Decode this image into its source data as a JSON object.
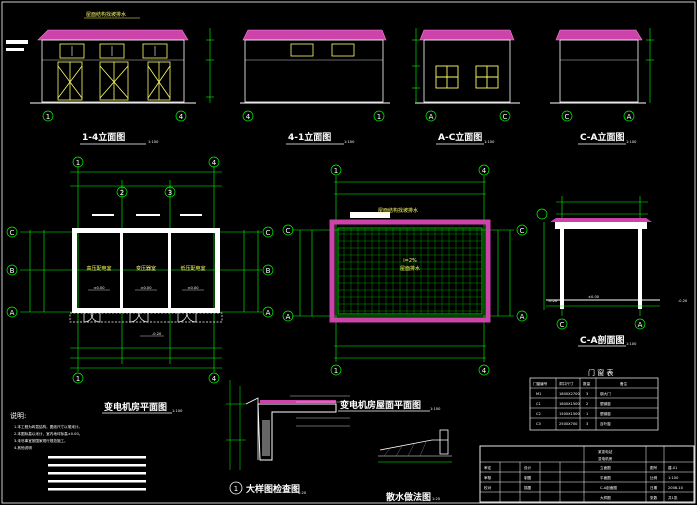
{
  "elevations": [
    {
      "title": "1-4立面图",
      "scale": "1:100",
      "axes": [
        "1",
        "4"
      ]
    },
    {
      "title": "4-1立面图",
      "scale": "1:100",
      "axes": [
        "4",
        "1"
      ]
    },
    {
      "title": "A-C立面图",
      "scale": "1:100",
      "axes": [
        "A",
        "C"
      ]
    },
    {
      "title": "C-A立面图",
      "scale": "1:100",
      "axes": [
        "C",
        "A"
      ]
    }
  ],
  "plan": {
    "title": "变电机房平面图",
    "scale": "1:100",
    "rooms": [
      "高压配电室",
      "变压器室",
      "低压配电室"
    ],
    "elev": "±0.00",
    "elev_low": "-0.20",
    "axes_top": [
      "1",
      "2",
      "3",
      "4"
    ],
    "axes_left": [
      "C",
      "B",
      "A"
    ]
  },
  "roof": {
    "title": "变电机房屋面平面图",
    "scale": "1:100",
    "center_label": "屋面排水",
    "slope": "i=2%",
    "top_note": "屋面结构找坡排水",
    "axes_top": [
      "1",
      "4"
    ],
    "axes_left": [
      "C",
      "A"
    ]
  },
  "section": {
    "title": "C-A剖面图",
    "scale": "1:100",
    "elev": "±0.00",
    "elev_low": "-0.20",
    "axes": [
      "C",
      "A"
    ]
  },
  "detail1": {
    "title": "大样图检查图",
    "scale": "1:20",
    "num": "1"
  },
  "detail2": {
    "title": "散水做法图",
    "scale": "1:20"
  },
  "notes": {
    "title": "说明:",
    "lines": [
      "1.本工程为砖混结构，图纸尺寸以毫米计。",
      "2.本图标高以米计，室内地坪标高±0.00。",
      "3.未尽事宜按国家现行规范施工。",
      "4.其他说明"
    ]
  },
  "door_table": {
    "title": "门 窗 表",
    "headers": [
      "门窗编号",
      "洞口尺寸",
      "数量",
      "备注"
    ],
    "rows": [
      [
        "M1",
        "1800X2700",
        "3",
        "钢大门"
      ],
      [
        "C1",
        "1800X1500",
        "2",
        "塑钢窗"
      ],
      [
        "C2",
        "1500X1500",
        "1",
        "塑钢窗"
      ],
      [
        "C3",
        "2500X700",
        "3",
        "百叶窗"
      ]
    ]
  },
  "title_block": {
    "project": "某变电站",
    "subtitle": "变电机房",
    "drawings": [
      "立面图",
      "平面图",
      "C-A剖面图",
      "大样图"
    ],
    "row_labels": [
      "审定",
      "审核",
      "校对"
    ],
    "row_labels2": [
      "设计",
      "制图",
      "描图"
    ],
    "meta": [
      [
        "图号",
        "建-01"
      ],
      [
        "比例",
        "1:100"
      ],
      [
        "日期",
        "2008.10"
      ],
      [
        "张数",
        "共1张"
      ]
    ]
  },
  "colors": {
    "bg": "#000000",
    "line": "#ffffff",
    "dim": "#00ff00",
    "magenta": "#cc44aa",
    "yellow": "#ffff66",
    "cyan": "#66ffff"
  }
}
